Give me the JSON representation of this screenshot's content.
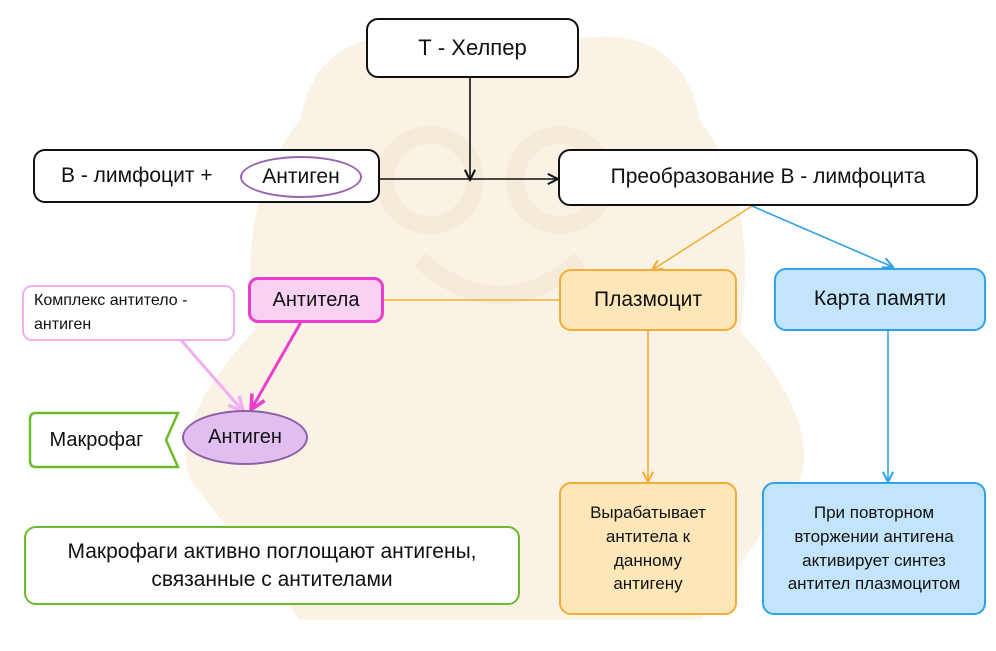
{
  "diagram": {
    "t_helper": "Т - Хелпер",
    "b_lymphocyte": "В - лимфоцит +",
    "antigen_oval": "Антиген",
    "transformation": "Преобразование В - лимфоцита",
    "antibodies": "Антитела",
    "complex_line1": "Комплекс антитело -",
    "complex_line2": "антиген",
    "plasmocyte": "Плазмоцит",
    "memory_card": "Карта памяти",
    "macrophage": "Макрофаг",
    "antigen_bottom": "Антиген",
    "produces_line1": "Вырабатывает",
    "produces_line2": "антитела к",
    "produces_line3": "данному",
    "produces_line4": "антигену",
    "repeat_line1": "При повторном",
    "repeat_line2": "вторжении антигена",
    "repeat_line3": "активирует синтез",
    "repeat_line4": "антител плазмоцитом",
    "macrophage_note_line1": "Макрофаги активно поглощают антигены,",
    "macrophage_note_line2": "связанные с антителами"
  },
  "colors": {
    "pink": "#e93fcc",
    "light_pink": "#f1aef0",
    "orange": "#f3ae37",
    "blue": "#2ea3e5",
    "green": "#6cba2d",
    "purple": "#9a65b0"
  }
}
